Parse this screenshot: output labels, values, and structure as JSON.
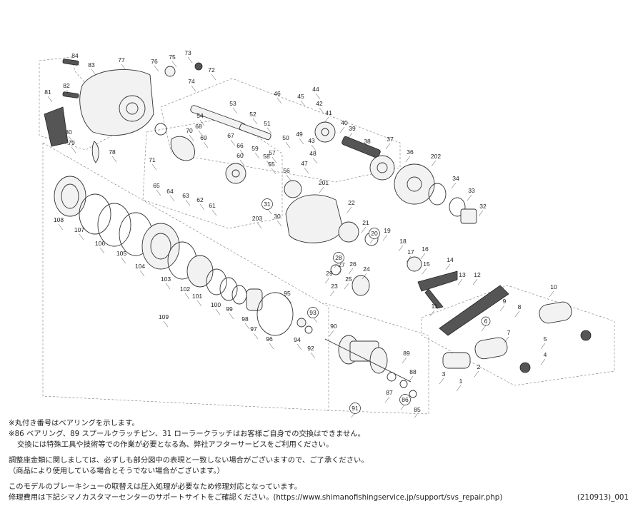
{
  "part_numbers": [
    "1",
    "2",
    "3",
    "4",
    "5",
    "6",
    "7",
    "8",
    "9",
    "10",
    "11",
    "12",
    "13",
    "14",
    "15",
    "16",
    "17",
    "18",
    "19",
    "20",
    "21",
    "22",
    "23",
    "24",
    "25",
    "26",
    "27",
    "28",
    "29",
    "30",
    "31",
    "32",
    "33",
    "34",
    "36",
    "37",
    "38",
    "39",
    "40",
    "41",
    "42",
    "43",
    "44",
    "45",
    "46",
    "47",
    "48",
    "49",
    "50",
    "51",
    "52",
    "53",
    "54",
    "55",
    "56",
    "57",
    "58",
    "59",
    "60",
    "61",
    "62",
    "63",
    "64",
    "65",
    "66",
    "67",
    "68",
    "69",
    "70",
    "71",
    "72",
    "73",
    "74",
    "75",
    "76",
    "77",
    "78",
    "79",
    "80",
    "81",
    "82",
    "83",
    "84",
    "85",
    "86",
    "87",
    "88",
    "89",
    "90",
    "91",
    "92",
    "93",
    "94",
    "95",
    "96",
    "97",
    "98",
    "99",
    "100",
    "101",
    "102",
    "103",
    "104",
    "105",
    "106",
    "107",
    "108",
    "109",
    "201",
    "202",
    "203"
  ],
  "bearing_part_numbers": [
    "6",
    "20",
    "28",
    "31",
    "86",
    "91",
    "93"
  ],
  "notes": {
    "line1": "※丸付き番号はベアリングを示します。",
    "line2": "※86 ベアリング、89 スプールクラッチピン、31 ローラークラッチはお客様ご自身での交換はできません。",
    "line3": "交換には特殊工具や技術等での作業が必要となる為、弊社アフターサービスをご利用ください。",
    "line4": "調整座金類に関しましては、必ずしも部分図中の表現と一致しない場合がございますので、ご了承ください。",
    "line5": "（商品により使用している場合とそうでない場合がございます。）",
    "line6": "このモデルのブレーキシューの取替えは圧入処理が必要なため修理対応となっています。",
    "line7": "修理費用は下記シマノカスタマーセンターのサポートサイトをご確認ください。(https://www.shimanofishingservice.jp/support/svs_repair.php)",
    "doc_code": "(210913)_001"
  }
}
